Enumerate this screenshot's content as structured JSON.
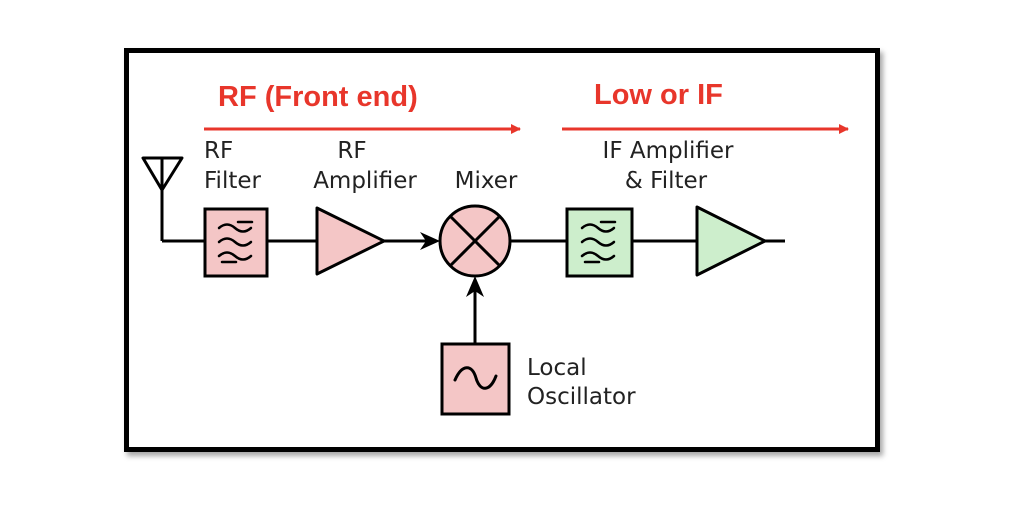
{
  "bands": {
    "rf": "RF (Front end)",
    "if": "Low or IF"
  },
  "blocks": {
    "rf_filter": [
      "RF",
      "Filter"
    ],
    "rf_amplifier": [
      "RF",
      "Amplifier"
    ],
    "mixer": "Mixer",
    "if_amp_filter": [
      "IF Amplifier",
      "& Filter"
    ],
    "local_oscillator": [
      "Local",
      "Oscillator"
    ]
  },
  "colors": {
    "band_red": "#e8362b",
    "rf_fill": "#f4c6c6",
    "if_fill": "#cdeecc",
    "outline": "#000000"
  },
  "icons": {
    "antenna": "antenna-icon",
    "filter": "filter-wave-icon",
    "mixer": "mixer-cross-icon",
    "oscillator": "sine-wave-icon"
  }
}
